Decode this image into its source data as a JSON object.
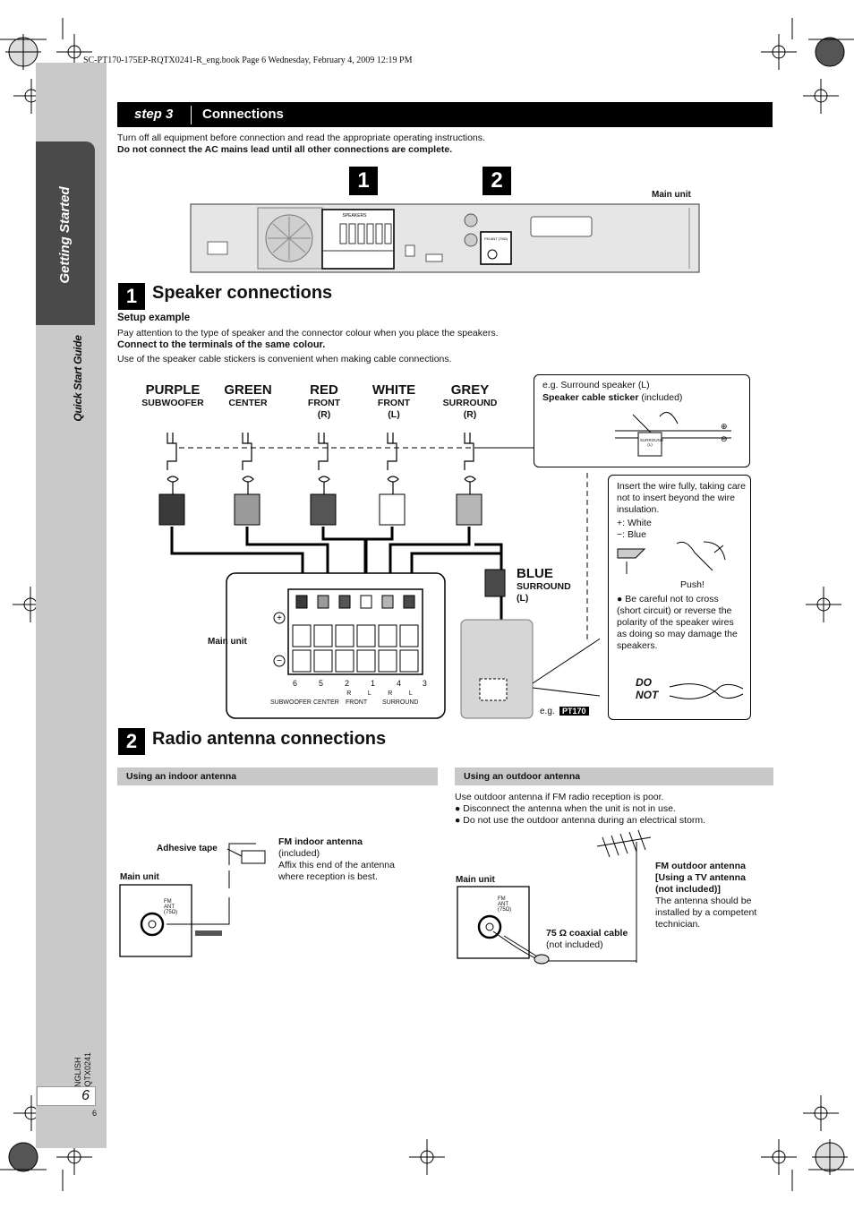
{
  "header": {
    "file_line": "SC-PT170-175EP-RQTX0241-R_eng.book  Page 6  Wednesday, February 4, 2009  12:19 PM"
  },
  "sidebar": {
    "tab_label": "Getting Started",
    "section_label": "Quick Start Guide",
    "footer_lang": "ENGLISH",
    "footer_code": "RQTX0241",
    "page_number": "6",
    "page_number_small": "6"
  },
  "stepbar": {
    "step": "step 3",
    "title": "Connections"
  },
  "intro": {
    "line1": "Turn off all equipment before connection and read the appropriate operating instructions.",
    "line2": "Do not connect the AC mains lead until all other connections are complete."
  },
  "unit_diagram": {
    "marker1": "1",
    "marker2": "2",
    "label": "Main unit",
    "speakers_label": "SPEAKERS",
    "fm_ant_label": "FM ANT (75Ω)"
  },
  "section1": {
    "num": "1",
    "title": "Speaker connections",
    "setup_heading": "Setup example",
    "setup_text": "Pay attention to the type of speaker and the connector colour when you place the speakers.",
    "connect_heading": "Connect to the terminals of the same colour.",
    "connect_text": "Use of the speaker cable stickers is convenient when making cable connections.",
    "columns": [
      {
        "colour": "PURPLE",
        "sub1": "SUBWOOFER",
        "sub2": ""
      },
      {
        "colour": "GREEN",
        "sub1": "CENTER",
        "sub2": ""
      },
      {
        "colour": "RED",
        "sub1": "FRONT",
        "sub2": "(R)"
      },
      {
        "colour": "WHITE",
        "sub1": "FRONT",
        "sub2": "(L)"
      },
      {
        "colour": "GREY",
        "sub1": "SURROUND",
        "sub2": "(R)"
      }
    ],
    "blue": {
      "colour": "BLUE",
      "sub1": "SURROUND",
      "sub2": "(L)"
    },
    "sticker_box": {
      "line1": "e.g. Surround speaker (L)",
      "line2_bold": "Speaker cable sticker",
      "line2_rest": " (included)",
      "sticker_text": "SURROUND (L)"
    },
    "insert_box": {
      "text": "Insert the wire fully, taking care not to insert beyond the wire insulation.",
      "plus": "+: White",
      "minus": "−: Blue",
      "push": "Push!",
      "caution": "Be careful not to cross (short circuit) or reverse the polarity of the speaker wires as doing so may damage the speakers.",
      "do_not": "DO NOT"
    },
    "main_unit_label": "Main unit",
    "terminal_numbers": [
      "6",
      "5",
      "2",
      "1",
      "4",
      "3"
    ],
    "terminal_labels": {
      "subwoofer": "SUBWOOFER",
      "center": "CENTER",
      "front": "FRONT",
      "surround": "SURROUND",
      "r": "R",
      "l": "L"
    },
    "eg_label": "e.g.",
    "eg_model": "PT170"
  },
  "section2": {
    "num": "2",
    "title": "Radio antenna connections",
    "indoor": {
      "bar": "Using an indoor antenna",
      "adhesive": "Adhesive tape",
      "antenna_bold": "FM indoor antenna",
      "antenna_rest1": "(included)",
      "antenna_rest2": "Affix this end of the antenna where reception is best.",
      "main_unit": "Main unit",
      "fm_ant": "FM ANT (75Ω)"
    },
    "outdoor": {
      "bar": "Using an outdoor antenna",
      "line1": "Use outdoor antenna if FM radio reception is poor.",
      "bullet1": "Disconnect the antenna when the unit is not in use.",
      "bullet2": "Do not use the outdoor antenna during an electrical storm.",
      "main_unit": "Main unit",
      "fm_ant": "FM ANT (75Ω)",
      "antenna_bold1": "FM outdoor antenna",
      "antenna_bold2": "[Using a TV antenna",
      "antenna_bold3": "(not included)]",
      "antenna_rest": "The antenna should be installed by a competent technician.",
      "coax_bold": "75 Ω coaxial cable",
      "coax_rest": "(not included)"
    }
  },
  "colors": {
    "purple_plug": "#3a3a3a",
    "green_plug": "#9a9a9a",
    "red_plug": "#555555",
    "white_plug": "#ffffff",
    "grey_plug": "#b5b5b5",
    "blue_plug": "#4a4a4a"
  }
}
